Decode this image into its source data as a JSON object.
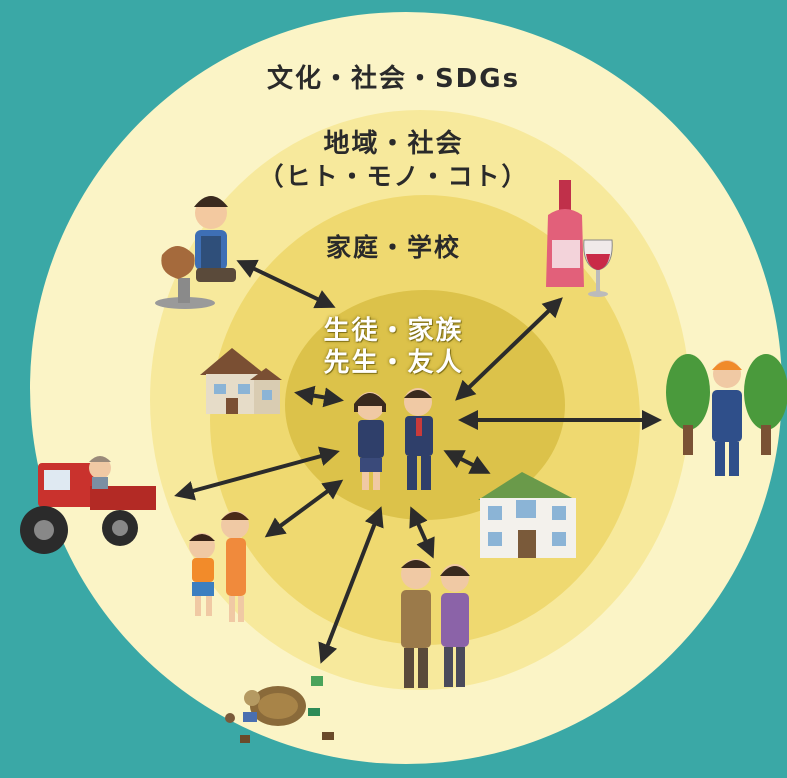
{
  "rings": {
    "outer_label": "文化・社会・SDGs",
    "middle_label_line1": "地域・社会",
    "middle_label_line2": "（ヒト・モノ・コト）",
    "inner_label": "家庭・学校",
    "core_label_line1": "生徒・家族",
    "core_label_line2": "先生・友人"
  },
  "colors": {
    "background": "#3aa8a6",
    "ring_outer": "#fbf4c6",
    "ring_middle": "#f7e99c",
    "ring_inner": "#efd970",
    "ring_core": "#dcc24a",
    "arrow": "#2b2b2b"
  },
  "illustrations": [
    "potter-icon",
    "house-icon",
    "tractor-farmer-icon",
    "children-icon",
    "litter-turtle-icon",
    "elderly-couple-icon",
    "school-building-icon",
    "forest-ranger-icon",
    "wine-bottle-glass-icon",
    "students-icon"
  ]
}
